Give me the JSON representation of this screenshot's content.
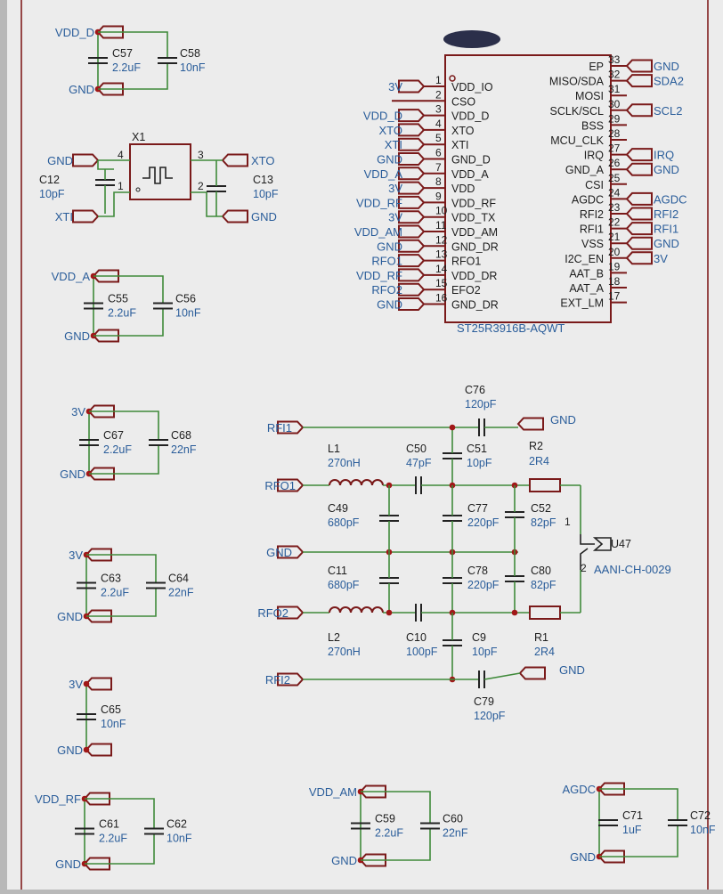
{
  "chip": {
    "ref": "",
    "part": "ST25R3916B-AQWT",
    "left_pins": [
      {
        "num": "1",
        "name": "VDD_IO",
        "net": "3V"
      },
      {
        "num": "2",
        "name": "CSO",
        "net": ""
      },
      {
        "num": "3",
        "name": "VDD_D",
        "net": "VDD_D"
      },
      {
        "num": "4",
        "name": "XTO",
        "net": "XTO"
      },
      {
        "num": "5",
        "name": "XTI",
        "net": "XTI"
      },
      {
        "num": "6",
        "name": "GND_D",
        "net": "GND"
      },
      {
        "num": "7",
        "name": "VDD_A",
        "net": "VDD_A"
      },
      {
        "num": "8",
        "name": "VDD",
        "net": "3V"
      },
      {
        "num": "9",
        "name": "VDD_RF",
        "net": "VDD_RF"
      },
      {
        "num": "10",
        "name": "VDD_TX",
        "net": "3V"
      },
      {
        "num": "11",
        "name": "VDD_AM",
        "net": "VDD_AM"
      },
      {
        "num": "12",
        "name": "GND_DR",
        "net": "GND"
      },
      {
        "num": "13",
        "name": "RFO1",
        "net": "RFO1"
      },
      {
        "num": "14",
        "name": "VDD_DR",
        "net": "VDD_RF"
      },
      {
        "num": "15",
        "name": "EFO2",
        "net": "RFO2"
      },
      {
        "num": "16",
        "name": "GND_DR",
        "net": "GND"
      }
    ],
    "right_pins": [
      {
        "num": "33",
        "name": "EP",
        "net": "GND"
      },
      {
        "num": "32",
        "name": "MISO/SDA",
        "net": "SDA2"
      },
      {
        "num": "31",
        "name": "MOSI",
        "net": ""
      },
      {
        "num": "30",
        "name": "SCLK/SCL",
        "net": "SCL2"
      },
      {
        "num": "29",
        "name": "BSS",
        "net": ""
      },
      {
        "num": "28",
        "name": "MCU_CLK",
        "net": ""
      },
      {
        "num": "27",
        "name": "IRQ",
        "net": "IRQ"
      },
      {
        "num": "26",
        "name": "GND_A",
        "net": "GND"
      },
      {
        "num": "25",
        "name": "CSI",
        "net": ""
      },
      {
        "num": "24",
        "name": "AGDC",
        "net": "AGDC"
      },
      {
        "num": "23",
        "name": "RFI2",
        "net": "RFI2"
      },
      {
        "num": "22",
        "name": "RFI1",
        "net": "RFI1"
      },
      {
        "num": "21",
        "name": "VSS",
        "net": "GND"
      },
      {
        "num": "20",
        "name": "I2C_EN",
        "net": "3V"
      },
      {
        "num": "19",
        "name": "AAT_B",
        "net": ""
      },
      {
        "num": "18",
        "name": "AAT_A",
        "net": ""
      },
      {
        "num": "17",
        "name": "EXT_LM",
        "net": ""
      }
    ]
  },
  "crystal": {
    "ref": "X1",
    "pins": [
      "4",
      "1",
      "3",
      "2"
    ],
    "nets": {
      "gnd_left": "GND",
      "xti": "XTI",
      "xto": "XTO",
      "gnd_right": "GND"
    },
    "caps": [
      {
        "ref": "C12",
        "value": "10pF"
      },
      {
        "ref": "C13",
        "value": "10pF"
      }
    ]
  },
  "decoupling": [
    {
      "id": "vddd",
      "net_top": "VDD_D",
      "net_bot": "GND",
      "caps": [
        {
          "ref": "C57",
          "value": "2.2uF"
        },
        {
          "ref": "C58",
          "value": "10nF"
        }
      ]
    },
    {
      "id": "vdda",
      "net_top": "VDD_A",
      "net_bot": "GND",
      "caps": [
        {
          "ref": "C55",
          "value": "2.2uF"
        },
        {
          "ref": "C56",
          "value": "10nF"
        }
      ]
    },
    {
      "id": "3v-a",
      "net_top": "3V",
      "net_bot": "GND",
      "caps": [
        {
          "ref": "C67",
          "value": "2.2uF"
        },
        {
          "ref": "C68",
          "value": "22nF"
        }
      ]
    },
    {
      "id": "3v-b",
      "net_top": "3V",
      "net_bot": "GND",
      "caps": [
        {
          "ref": "C63",
          "value": "2.2uF"
        },
        {
          "ref": "C64",
          "value": "22nF"
        }
      ]
    },
    {
      "id": "3v-c",
      "net_top": "3V",
      "net_bot": "GND",
      "caps": [
        {
          "ref": "C65",
          "value": "10nF"
        }
      ]
    },
    {
      "id": "vddrf",
      "net_top": "VDD_RF",
      "net_bot": "GND",
      "caps": [
        {
          "ref": "C61",
          "value": "2.2uF"
        },
        {
          "ref": "C62",
          "value": "10nF"
        }
      ]
    },
    {
      "id": "vddam",
      "net_top": "VDD_AM",
      "net_bot": "GND",
      "caps": [
        {
          "ref": "C59",
          "value": "2.2uF"
        },
        {
          "ref": "C60",
          "value": "22nF"
        }
      ]
    },
    {
      "id": "agdc",
      "net_top": "AGDC",
      "net_bot": "GND",
      "caps": [
        {
          "ref": "C71",
          "value": "1uF"
        },
        {
          "ref": "C72",
          "value": "10nF"
        }
      ]
    }
  ],
  "rf": {
    "nets": {
      "rfi1": "RFI1",
      "rfo1": "RFO1",
      "gnd_mid": "GND",
      "rfo2": "RFO2",
      "rfi2": "RFI2",
      "gnd_top": "GND",
      "gnd_bot": "GND"
    },
    "parts": {
      "C76": {
        "ref": "C76",
        "value": "120pF"
      },
      "L1": {
        "ref": "L1",
        "value": "270nH"
      },
      "C50": {
        "ref": "C50",
        "value": "47pF"
      },
      "C51": {
        "ref": "C51",
        "value": "10pF"
      },
      "R2": {
        "ref": "R2",
        "value": "2R4"
      },
      "C49": {
        "ref": "C49",
        "value": "680pF"
      },
      "C77": {
        "ref": "C77",
        "value": "220pF"
      },
      "C52": {
        "ref": "C52",
        "value": "82pF"
      },
      "C11": {
        "ref": "C11",
        "value": "680pF"
      },
      "C78": {
        "ref": "C78",
        "value": "220pF"
      },
      "C80": {
        "ref": "C80",
        "value": "82pF"
      },
      "L2": {
        "ref": "L2",
        "value": "270nH"
      },
      "C10": {
        "ref": "C10",
        "value": "100pF"
      },
      "C9": {
        "ref": "C9",
        "value": "10pF"
      },
      "R1": {
        "ref": "R1",
        "value": "2R4"
      },
      "C79": {
        "ref": "C79",
        "value": "120pF"
      }
    },
    "antenna": {
      "ref": "U47",
      "part": "AANI-CH-0029",
      "pin1": "1",
      "pin2": "2"
    }
  }
}
